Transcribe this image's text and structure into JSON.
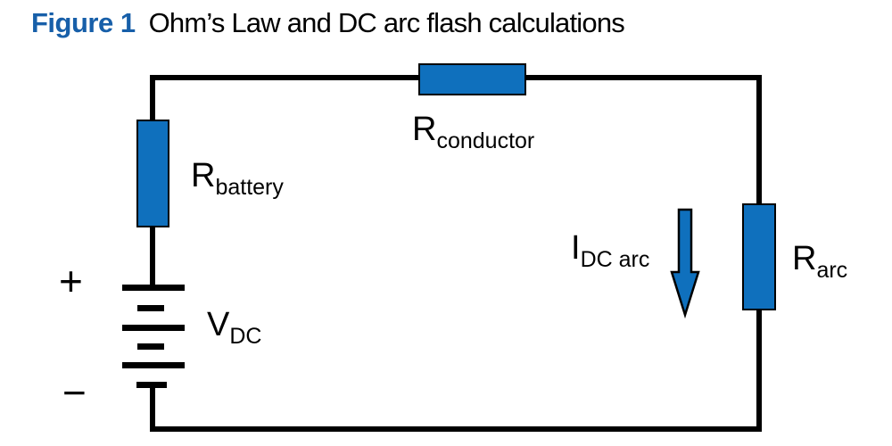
{
  "figure": {
    "label": "Figure 1",
    "title": "Ohm’s Law and DC arc flash calculations"
  },
  "colors": {
    "component_fill": "#0f70bd",
    "figure_label": "#175fa9",
    "line": "#000000"
  },
  "components": [
    {
      "name": "dc-voltage-source",
      "label": "VDC"
    },
    {
      "name": "battery-internal-resistor",
      "label": "Rbattery"
    },
    {
      "name": "conductor-resistor",
      "label": "Rconductor"
    },
    {
      "name": "arc-resistor",
      "label": "Rarc"
    },
    {
      "name": "arc-current-arrow",
      "label": "IDC arc",
      "direction": "down"
    }
  ],
  "labels": {
    "r_battery": {
      "base": "R",
      "sub": "battery"
    },
    "r_conductor": {
      "base": "R",
      "sub": "conductor"
    },
    "r_arc": {
      "base": "R",
      "sub": "arc"
    },
    "v_dc": {
      "base": "V",
      "sub": "DC"
    },
    "i_dc_arc": {
      "base": "I",
      "sub": "DC arc"
    },
    "polarity_positive": "+",
    "polarity_negative": "−"
  }
}
